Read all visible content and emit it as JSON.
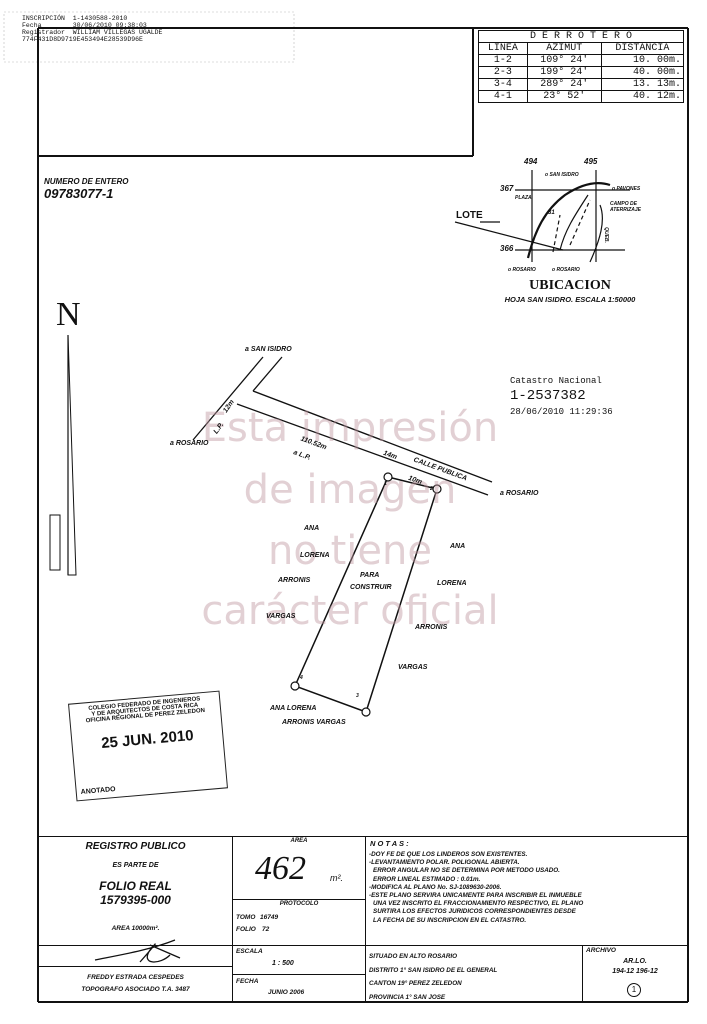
{
  "header": {
    "inscripcion": "INSCRIPCIÓN  1-1430588-2010",
    "fecha": "Fecha        30/06/2010 09:38:03",
    "registrador": "Registrador  WILLIAM VILLEGAS UGALDE",
    "hash": "774F431D8D9719E453494E28539D96E"
  },
  "derrotero": {
    "title": "D E R R O T E R O",
    "headers": [
      "LINEA",
      "AZIMUT",
      "DISTANCIA"
    ],
    "rows": [
      [
        "1-2",
        "109° 24'",
        "10. 00m."
      ],
      [
        "2-3",
        "199° 24'",
        "40. 00m."
      ],
      [
        "3-4",
        "289° 24'",
        "13. 13m."
      ],
      [
        "4-1",
        "23° 52'",
        "40. 12m."
      ]
    ]
  },
  "numero_entero": {
    "label": "NUMERO DE ENTERO",
    "value": "09783077-1"
  },
  "ubicacion": {
    "title": "UBICACION",
    "subtitle": "HOJA SAN ISIDRO. ESCALA 1:50000",
    "grid_x": [
      "494",
      "495"
    ],
    "grid_y": [
      "367",
      "366"
    ],
    "labels": {
      "san_isidro": "o SAN ISIDRO",
      "pavones": "o PAVONES",
      "campo": "CAMPO DE ATERRIZAJE",
      "plaza": "PLAZA",
      "lote": "LOTE",
      "rosario1": "o ROSARIO",
      "rosario2": "o ROSARIO",
      "num": "31",
      "quebrada": "QUEB."
    }
  },
  "catastro": {
    "label": "Catastro Nacional",
    "number": "1-2537382",
    "datetime": "28/06/2010 11:29:36"
  },
  "north": "N",
  "plan": {
    "san_isidro": "a SAN ISIDRO",
    "rosario_left": "a ROSARIO",
    "rosario_right": "a ROSARIO",
    "width_12": "12m",
    "lp1": "L.P.",
    "dist": "110.52m",
    "lp2": "a L.P.",
    "w14": "14m",
    "calle": "CALLE PUBLICA",
    "w10": "10m",
    "points": [
      "1",
      "2",
      "3",
      "4"
    ],
    "para": "PARA",
    "construir": "CONSTRUIR",
    "owner_left": [
      "ANA",
      "LORENA",
      "ARRONIS",
      "VARGAS"
    ],
    "owner_right": [
      "ANA",
      "LORENA",
      "ARRONIS",
      "VARGAS"
    ],
    "owner_bottom": [
      "ANA LORENA",
      "ARRONIS VARGAS"
    ]
  },
  "watermark": [
    "Esta impresión",
    "de imagen",
    "no tiene",
    "carácter oficial"
  ],
  "stamp": {
    "line1": "COLEGIO FEDERADO DE INGENIEROS",
    "line2": "Y DE ARQUITECTOS DE COSTA RICA",
    "line3": "OFICINA REGIONAL DE PEREZ ZELEDON",
    "date": "25 JUN. 2010",
    "anotado": "ANOTADO"
  },
  "registro": {
    "title": "REGISTRO PUBLICO",
    "es_parte": "ES PARTE DE",
    "folio_real": "FOLIO REAL",
    "folio_num": "1579395-000",
    "area": "AREA 10000m².",
    "surveyor": "FREDDY ESTRADA CESPEDES",
    "role": "TOPOGRAFO  ASOCIADO  T.A. 3487"
  },
  "area": {
    "label": "AREA",
    "value": "462",
    "unit": "m².",
    "protocolo": "PROTOCOLO",
    "tomo_label": "TOMO",
    "tomo": "16749",
    "folio_label": "FOLIO",
    "folio": "72",
    "escala_label": "ESCALA",
    "escala": "1 : 500",
    "fecha_label": "FECHA",
    "fecha": "JUNIO 2006"
  },
  "notas": {
    "title": "N O T A S :",
    "lines": [
      "-DOY FE DE QUE LOS LINDEROS SON EXISTENTES.",
      "-LEVANTAMIENTO POLAR. POLIGONAL ABIERTA.",
      "ERROR ANGULAR NO SE DETERMINA POR METODO USADO.",
      "ERROR LINEAL ESTIMADO : 0.01m.",
      "-MODIFICA AL PLANO No. SJ-1089630-2006.",
      "-ESTE PLANO SERVIRA UNICAMENTE PARA INSCRIBIR EL INMUEBLE",
      "UNA VEZ INSCRITO EL FRACCIONAMIENTO RESPECTIVO, EL PLANO",
      "SURTIRA LOS EFECTOS JURIDICOS CORRESPONDIENTES DESDE",
      "LA FECHA DE SU INSCRIPCION EN EL CATASTRO."
    ]
  },
  "situacion": [
    "SITUADO EN ALTO ROSARIO",
    "DISTRITO 1° SAN ISIDRO DE EL GENERAL",
    "CANTON 19° PEREZ ZELEDON",
    "PROVINCIA 1° SAN JOSE"
  ],
  "archivo": {
    "label": "ARCHIVO",
    "code": "AR.LO.",
    "numbers": "194-12 196-12",
    "sheet": "1"
  }
}
